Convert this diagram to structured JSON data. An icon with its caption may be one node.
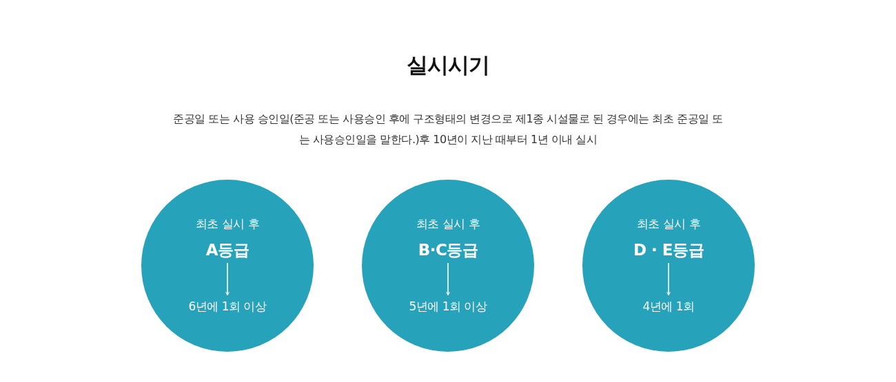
{
  "diagram": {
    "title": "실시시기",
    "nodes": [
      {
        "text": [
          "최초 실시 후"
        ]
      },
      {
        "text": [
          "A등급"
        ],
        "in": 0
      },
      {
        "text": [
          "6년에 1회 이상"
        ],
        "in": 0
      },
      {
        "text": [
          "최초 실시 후"
        ]
      },
      {
        "text": [
          "B·C등급"
        ],
        "in": 3
      },
      {
        "text": [
          "5년에 1회 이상"
        ],
        "in": 3
      },
      {
        "text": [
          "최초 실시 후"
        ]
      },
      {
        "text": [
          "D · E등급"
        ],
        "in": 6
      },
      {
        "text": [
          "4년에 1회"
        ],
        "in": 6
      }
    ],
    "edges": [
      {
        "from": 1,
        "to": 2,
        "arrow": "to"
      },
      {
        "from": 4,
        "to": 5,
        "arrow": "to"
      },
      {
        "from": 7,
        "to": 8,
        "arrow": "to"
      }
    ],
    "labels": [
      "준공일 또는 사용 승인일(준공 또는 사용승인 후에 구조형태의 변경으로 제1종 시설물로 된 경우에는 최초 준공일 또는 사용승인일을 말한다.)후 10년이 지난 때부터 1년 이내 실시"
    ]
  }
}
